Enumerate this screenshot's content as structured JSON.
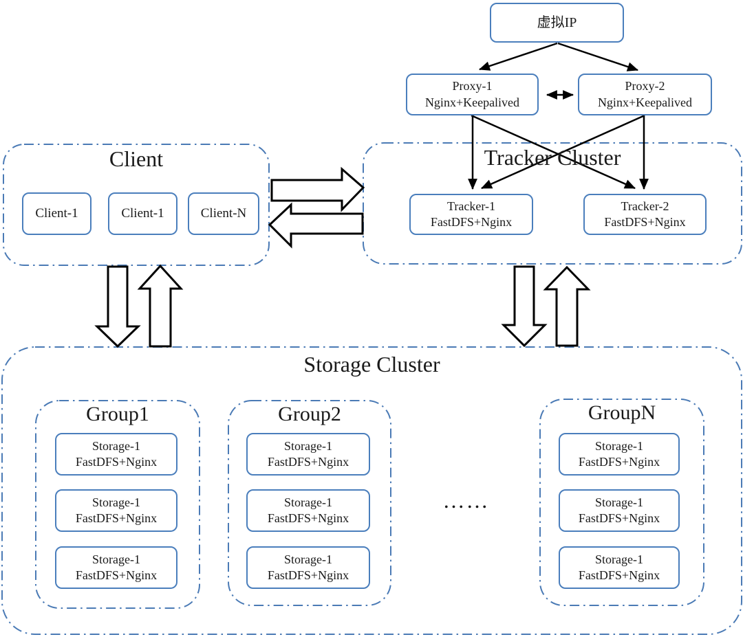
{
  "vip": {
    "label": "虚拟IP"
  },
  "proxies": [
    {
      "line1": "Proxy-1",
      "line2": "Nginx+Keepalived"
    },
    {
      "line1": "Proxy-2",
      "line2": "Nginx+Keepalived"
    }
  ],
  "client_cluster": {
    "title": "Client",
    "nodes": [
      "Client-1",
      "Client-1",
      "Client-N"
    ]
  },
  "tracker_cluster": {
    "title": "Tracker Cluster",
    "nodes": [
      {
        "line1": "Tracker-1",
        "line2": "FastDFS+Nginx"
      },
      {
        "line1": "Tracker-2",
        "line2": "FastDFS+Nginx"
      }
    ]
  },
  "storage_cluster": {
    "title": "Storage Cluster",
    "ellipsis": "……",
    "groups": [
      {
        "title": "Group1",
        "nodes": [
          {
            "line1": "Storage-1",
            "line2": "FastDFS+Nginx"
          },
          {
            "line1": "Storage-1",
            "line2": "FastDFS+Nginx"
          },
          {
            "line1": "Storage-1",
            "line2": "FastDFS+Nginx"
          }
        ]
      },
      {
        "title": "Group2",
        "nodes": [
          {
            "line1": "Storage-1",
            "line2": "FastDFS+Nginx"
          },
          {
            "line1": "Storage-1",
            "line2": "FastDFS+Nginx"
          },
          {
            "line1": "Storage-1",
            "line2": "FastDFS+Nginx"
          }
        ]
      },
      {
        "title": "GroupN",
        "nodes": [
          {
            "line1": "Storage-1",
            "line2": "FastDFS+Nginx"
          },
          {
            "line1": "Storage-1",
            "line2": "FastDFS+Nginx"
          },
          {
            "line1": "Storage-1",
            "line2": "FastDFS+Nginx"
          }
        ]
      }
    ]
  },
  "colors": {
    "node_border": "#4a7ebc",
    "cluster_border": "#4a7ab5",
    "arrow": "#000000",
    "text": "#1a1a1a",
    "background": "#ffffff"
  }
}
